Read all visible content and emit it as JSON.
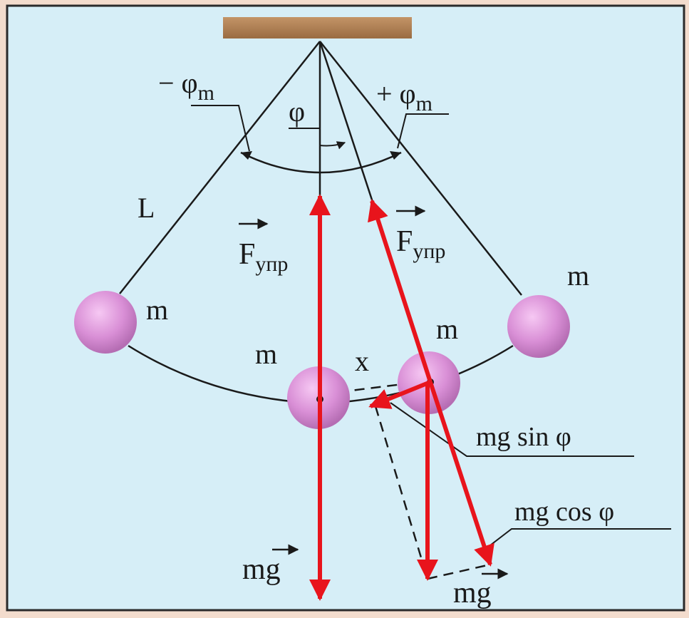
{
  "labels": {
    "neg_phi_m": "− φ",
    "neg_phi_m_sub": "m",
    "pos_phi_m": "+ φ",
    "pos_phi_m_sub": "m",
    "phi": "φ",
    "length": "L",
    "f_left": "F",
    "f_left_sub": "упр",
    "f_right": "F",
    "f_right_sub": "упр",
    "mass_left": "m",
    "mass_center": "m",
    "mass_mid": "m",
    "mass_right": "m",
    "x": "x",
    "mg_sin": "mg sin φ",
    "mg_cos": "mg cos φ",
    "mg_center": "mg",
    "mg_right": "mg"
  },
  "colors": {
    "frame_bg": "#d6eef7",
    "outer_bg": "#f3dccd",
    "support": "#b08050",
    "ball": "#d98fd6",
    "force": "#e8141c",
    "line": "#1a1a1a"
  }
}
